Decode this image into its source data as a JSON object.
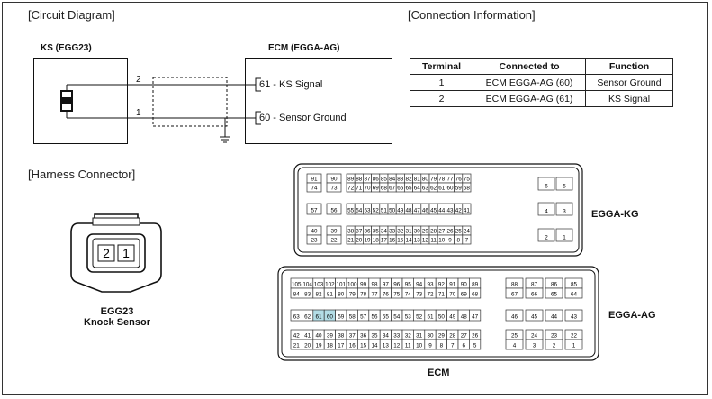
{
  "sections": {
    "circuit": "[Circuit Diagram]",
    "connection": "[Connection Information]",
    "harness": "[Harness Connector]"
  },
  "circuit": {
    "ks_title": "KS (EGG23)",
    "ecm_title": "ECM (EGGA-AG)",
    "pin_top": "2",
    "pin_bottom": "1",
    "ecm_pin_top": "61 - KS Signal",
    "ecm_pin_bottom": "60 - Sensor Ground"
  },
  "connection_table": {
    "headers": [
      "Terminal",
      "Connected to",
      "Function"
    ],
    "rows": [
      [
        "1",
        "ECM EGGA-AG (60)",
        "Sensor Ground"
      ],
      [
        "2",
        "ECM EGGA-AG (61)",
        "KS Signal"
      ]
    ]
  },
  "harness": {
    "pins": [
      "2",
      "1"
    ],
    "name": "EGG23",
    "desc": "Knock Sensor"
  },
  "ecm_connectors": {
    "kg_label": "EGGA-KG",
    "ag_label": "EGGA-AG",
    "ecm_label": "ECM",
    "highlight_pins": [
      "61",
      "60"
    ],
    "highlight_color": "#b3dde6",
    "kg_rows": [
      [
        [
          "91",
          "74"
        ],
        [
          "90",
          "73"
        ],
        [
          "89",
          "88",
          "87",
          "86",
          "85",
          "84",
          "83",
          "82",
          "81",
          "80",
          "79",
          "78",
          "77",
          "76",
          "75"
        ],
        [
          "72",
          "71",
          "70",
          "69",
          "68",
          "67",
          "66",
          "65",
          "64",
          "63",
          "62",
          "61",
          "60",
          "59",
          "58"
        ],
        [
          "6",
          "5"
        ]
      ],
      [
        [
          "57"
        ],
        [
          "56"
        ],
        [
          "55",
          "54",
          "53",
          "52",
          "51",
          "50",
          "49",
          "48",
          "47",
          "46",
          "45",
          "44",
          "43",
          "42",
          "41"
        ],
        [
          "4",
          "3"
        ]
      ],
      [
        [
          "40",
          "23"
        ],
        [
          "39",
          "22"
        ],
        [
          "38",
          "37",
          "36",
          "35",
          "34",
          "33",
          "32",
          "31",
          "30",
          "29",
          "28",
          "27",
          "26",
          "25",
          "24"
        ],
        [
          "21",
          "20",
          "19",
          "18",
          "17",
          "16",
          "15",
          "14",
          "13",
          "12",
          "11",
          "10",
          "9",
          "8",
          "7"
        ],
        [
          "2",
          "1"
        ]
      ]
    ],
    "ag_rows": [
      [
        "105",
        "104",
        "103",
        "102",
        "101",
        "100",
        "99",
        "98",
        "97",
        "96",
        "95",
        "94",
        "93",
        "92",
        "91",
        "90",
        "89",
        "88",
        "87",
        "86",
        "85"
      ],
      [
        "84",
        "83",
        "82",
        "81",
        "80",
        "79",
        "78",
        "77",
        "76",
        "75",
        "74",
        "73",
        "72",
        "71",
        "70",
        "69",
        "68",
        "67",
        "66",
        "65",
        "64"
      ],
      [
        "63",
        "62",
        "61",
        "60",
        "59",
        "58",
        "57",
        "56",
        "55",
        "54",
        "53",
        "52",
        "51",
        "50",
        "49",
        "48",
        "47",
        "46",
        "45",
        "44",
        "43"
      ],
      [
        "42",
        "41",
        "40",
        "39",
        "38",
        "37",
        "36",
        "35",
        "34",
        "33",
        "32",
        "31",
        "30",
        "29",
        "28",
        "27",
        "26",
        "25",
        "24",
        "23",
        "22"
      ],
      [
        "21",
        "20",
        "19",
        "18",
        "17",
        "16",
        "15",
        "14",
        "13",
        "12",
        "11",
        "10",
        "9",
        "8",
        "7",
        "6",
        "5",
        "4",
        "3",
        "2",
        "1"
      ]
    ]
  }
}
